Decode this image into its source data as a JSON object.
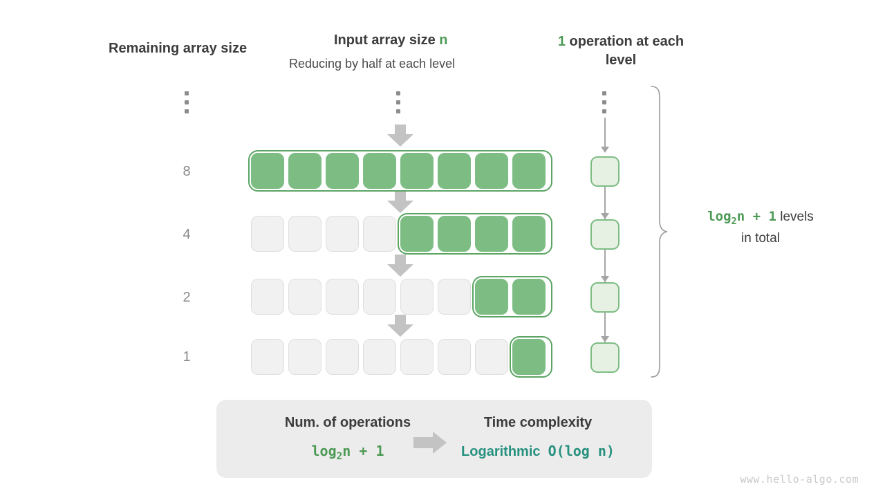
{
  "headers": {
    "left": "Remaining array size",
    "middle_title_prefix": "Input array size ",
    "middle_title_var": "n",
    "middle_subtitle": "Reducing by half at each level",
    "right_count": "1",
    "right_text": " operation at each level"
  },
  "ellipsis": {
    "left": "vertical-ellipsis",
    "middle": "vertical-ellipsis",
    "right": "vertical-ellipsis"
  },
  "rows": [
    {
      "label": "8",
      "total_cells": 8,
      "filled_cells": 8,
      "empty_cells": 0
    },
    {
      "label": "4",
      "total_cells": 8,
      "filled_cells": 4,
      "empty_cells": 4
    },
    {
      "label": "2",
      "total_cells": 8,
      "filled_cells": 2,
      "empty_cells": 6
    },
    {
      "label": "1",
      "total_cells": 8,
      "filled_cells": 1,
      "empty_cells": 7
    }
  ],
  "operations": {
    "per_level": "1",
    "boxes": 4
  },
  "annotation": {
    "formula_prefix": "log",
    "formula_sub": "2",
    "formula_suffix": "n + 1",
    "text_line1": " levels",
    "text_line2": "in total"
  },
  "summary": {
    "left_title": "Num. of operations",
    "left_value_prefix": "log",
    "left_value_sub": "2",
    "left_value_suffix": "n + 1",
    "arrow": "right-arrow",
    "right_title": "Time complexity",
    "right_value_word": "Logarithmic",
    "right_value_bigo": "O(log n)"
  },
  "watermark": "www.hello-algo.com",
  "colors": {
    "green_accent": "#4d9a55",
    "green_fill": "#7dbd84",
    "green_light": "#e6f0e3",
    "green_border": "#5ba463",
    "teal": "#27917f",
    "gray_cell": "#f1f1f1",
    "gray_arrow": "#c3c3c3",
    "text_dark": "#3c3c3c",
    "panel_bg": "#ececec"
  }
}
